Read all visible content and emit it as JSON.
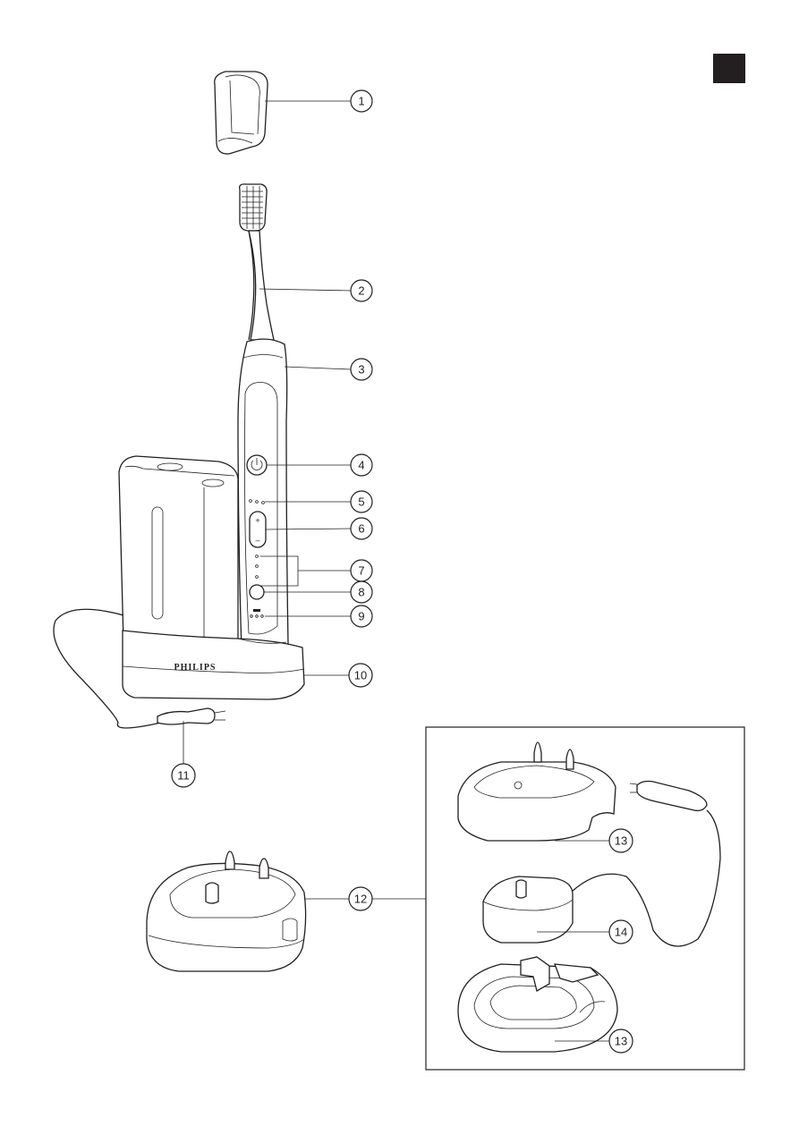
{
  "page_marker": {
    "color": "#231f20"
  },
  "brand": "PHILIPS",
  "colors": {
    "line": "#231f20",
    "background": "#ffffff"
  },
  "callouts": [
    {
      "id": "1",
      "label": "1",
      "part": "brush-cap"
    },
    {
      "id": "2",
      "label": "2",
      "part": "brush-head"
    },
    {
      "id": "3",
      "label": "3",
      "part": "handle"
    },
    {
      "id": "4",
      "label": "4",
      "part": "power-button"
    },
    {
      "id": "5",
      "label": "5",
      "part": "intensity-lights"
    },
    {
      "id": "6",
      "label": "6",
      "part": "intensity-buttons"
    },
    {
      "id": "7",
      "label": "7",
      "part": "mode-lights"
    },
    {
      "id": "8",
      "label": "8",
      "part": "mode-button"
    },
    {
      "id": "9",
      "label": "9",
      "part": "battery-indicator"
    },
    {
      "id": "10",
      "label": "10",
      "part": "charger-base"
    },
    {
      "id": "11",
      "label": "11",
      "part": "mains-plug"
    },
    {
      "id": "12",
      "label": "12",
      "part": "travel-charger"
    },
    {
      "id": "13a",
      "label": "13",
      "part": "charger-cover-top"
    },
    {
      "id": "14",
      "label": "14",
      "part": "charger-unit"
    },
    {
      "id": "13b",
      "label": "13",
      "part": "charger-cover-bottom"
    }
  ]
}
